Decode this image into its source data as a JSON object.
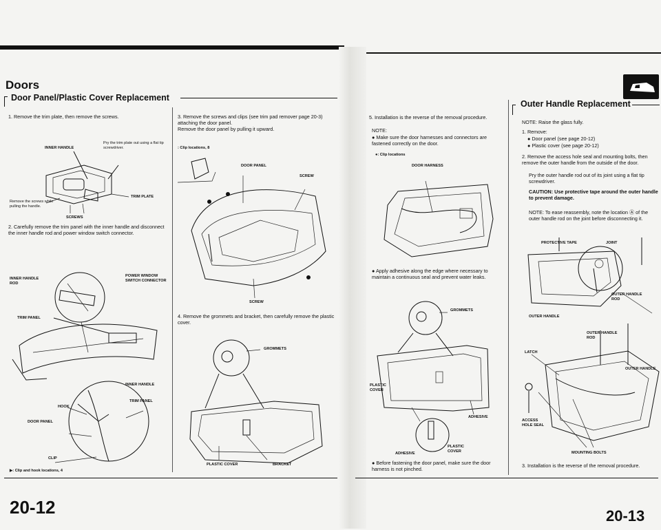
{
  "left": {
    "section": "Doors",
    "subtitle": "Door Panel/Plastic Cover Replacement",
    "step1": "1.  Remove the trim plate, then remove the screws.",
    "fig1": {
      "inner_handle": "INNER HANDLE",
      "pry": "Pry the trim plate out using a flat tip screwdriver.",
      "trim_plate": "TRIM PLATE",
      "remove_screws": "Remove the screws while pulling the handle.",
      "screws": "SCREWS"
    },
    "step2": "2.  Carefully remove the trim panel with the inner handle and disconnect the inner handle rod and power window switch connector.",
    "fig2": {
      "inner_handle_rod": "INNER HANDLE ROD",
      "power_window": "POWER WINDOW SWITCH CONNECTOR",
      "trim_panel": "TRIM PANEL",
      "inner_handle": "INNER HANDLE",
      "trim_panel2": "TRIM PANEL",
      "hook": "HOOK",
      "door_panel": "DOOR PANEL",
      "clip": "CLIP",
      "note": "▶: Clip and hook locations, 4"
    },
    "step3a": "3.  Remove the screws and clips (see trim pad remover page 20-3) attaching the door panel.",
    "step3b": "Remove the door panel by pulling it upward.",
    "fig3": {
      "clip_loc": ": Clip locations, 8",
      "door_panel": "DOOR PANEL",
      "screw": "SCREW",
      "screw2": "SCREW"
    },
    "step4": "4.  Remove the grommets and bracket, then carefully remove the plastic cover.",
    "fig4": {
      "grommets": "GROMMETS",
      "plastic_cover": "PLASTIC COVER",
      "bracket": "BRACKET"
    },
    "page": "20-12"
  },
  "right": {
    "step5": "5.  Installation is the reverse of the removal procedure.",
    "note": "NOTE:",
    "bullet1": "●  Make sure the door harnesses and connectors are fastened correctly on the door.",
    "clip_loc": "●: Clip locations",
    "door_harness": "DOOR HARNESS",
    "bullet2": "●  Apply adhesive along the edge where necessary to maintain a continuous seal and prevent water leaks.",
    "grommets": "GROMMETS",
    "plastic_cover": "PLASTIC COVER",
    "adhesive": "ADHESIVE",
    "adhesive2": "ADHESIVE",
    "plastic_cover2": "PLASTIC COVER",
    "bullet3": "●  Before fastening the door panel, make sure the door harness is not pinched.",
    "outer": {
      "title": "Outer Handle Replacement",
      "note": "NOTE:  Raise the glass fully.",
      "s1": "1.  Remove:",
      "s1a": "●  Door panel (see page 20-12)",
      "s1b": "●  Plastic cover (see page 20-12)",
      "s2": "2.  Remove the access hole seal and mounting bolts, then remove the outer handle from the outside of the door.",
      "s2b": "Pry the outer handle rod out of its joint using a flat tip screwdriver.",
      "caution": "CAUTION:  Use protective tape around the outer handle to prevent damage.",
      "note2": "NOTE:  To ease reassembly, note the location Ⓐ of the outer handle rod on the joint before disconnecting it.",
      "protective_tape": "PROTECTIVE TAPE",
      "joint": "JOINT",
      "outer_handle_rod": "OUTER HANDLE ROD",
      "outer_handle": "OUTER HANDLE",
      "outer_handle_rod2": "OUTER HANDLE ROD",
      "latch": "LATCH",
      "outer_handle2": "OUTER HANDLE",
      "access_hole": "ACCESS HOLE SEAL",
      "mounting": "MOUNTING BOLTS",
      "s3": "3.  Installation is the reverse of the removal procedure."
    },
    "page": "20-13"
  }
}
